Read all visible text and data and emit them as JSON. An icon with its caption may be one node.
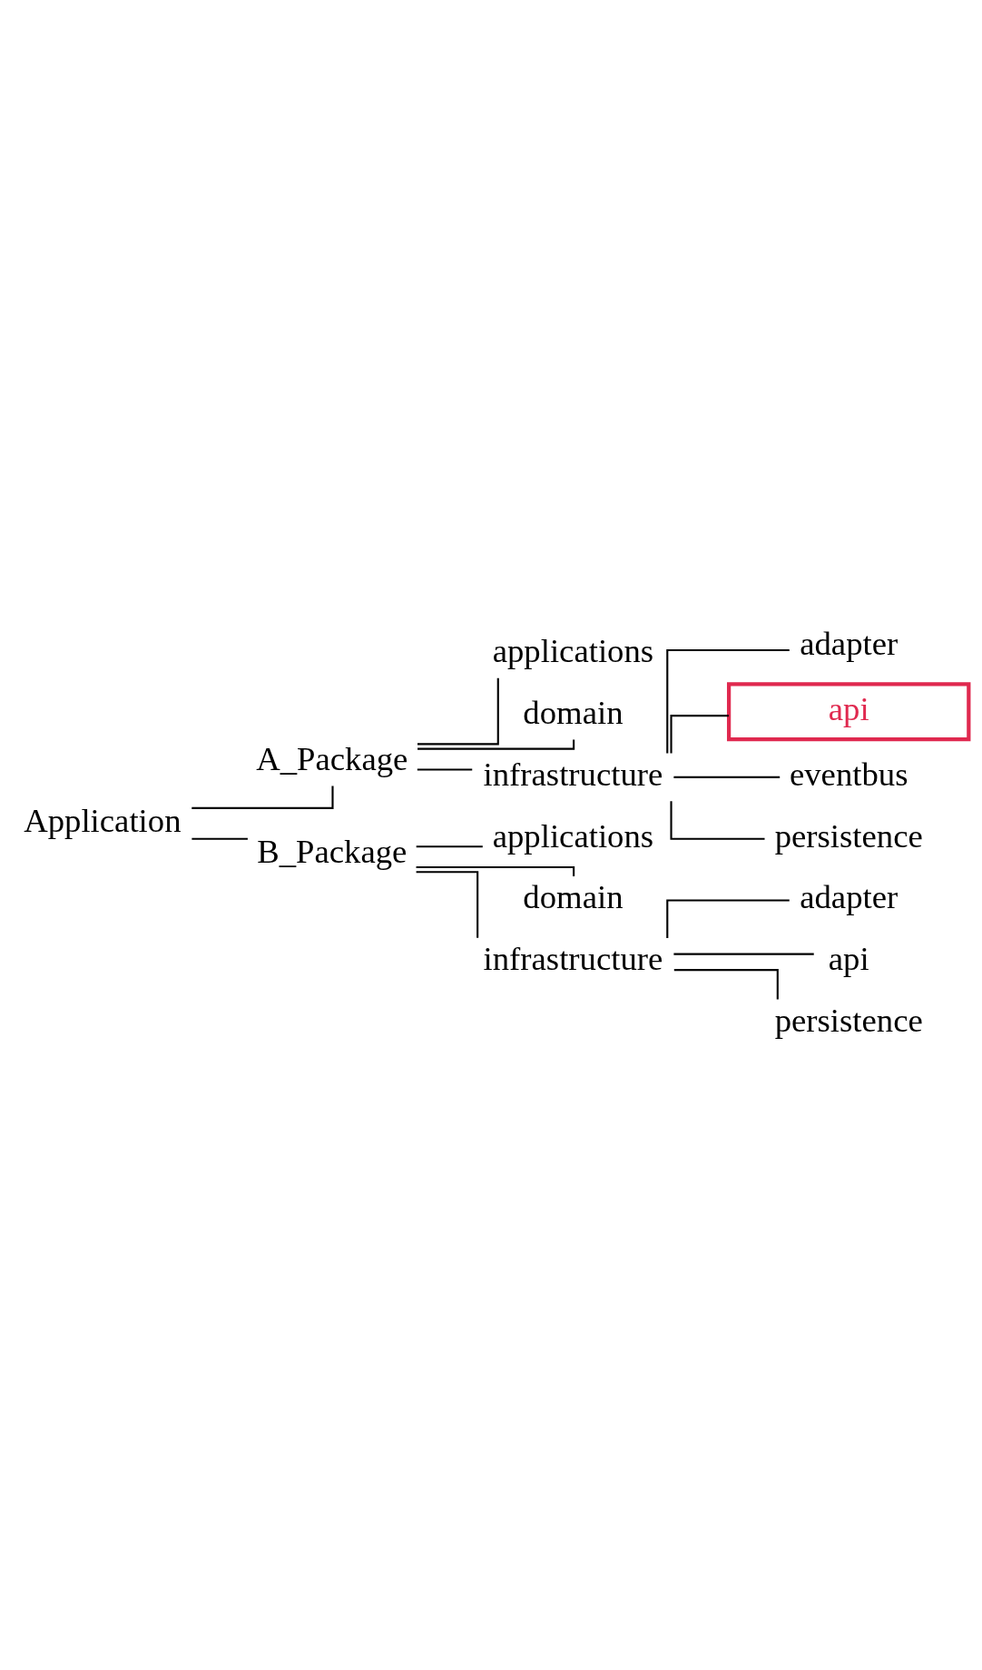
{
  "diagram": {
    "nodes": [
      {
        "text": [
          "Application"
        ]
      },
      {
        "text": [
          "A_Package"
        ]
      },
      {
        "text": [
          "applications"
        ]
      },
      {
        "text": [
          "domain"
        ]
      },
      {
        "text": [
          "infrastructure"
        ]
      },
      {
        "text": [
          "adapter"
        ]
      },
      {
        "text": [
          "api"
        ]
      },
      {
        "text": [
          "eventbus"
        ]
      },
      {
        "text": [
          "persistence"
        ]
      },
      {
        "text": [
          "B_Package"
        ]
      },
      {
        "text": [
          "applications"
        ]
      },
      {
        "text": [
          "domain"
        ]
      },
      {
        "text": [
          "infrastructure"
        ]
      },
      {
        "text": [
          "adapter"
        ]
      },
      {
        "text": [
          "api"
        ]
      },
      {
        "text": [
          "persistence"
        ]
      }
    ],
    "edges": [
      {
        "from": 0,
        "to": 1,
        "arrow": "none"
      },
      {
        "from": 1,
        "to": 2,
        "arrow": "none"
      },
      {
        "from": 1,
        "to": 3,
        "arrow": "none"
      },
      {
        "from": 1,
        "to": 4,
        "arrow": "none"
      },
      {
        "from": 4,
        "to": 5,
        "arrow": "none"
      },
      {
        "from": 4,
        "to": 6,
        "arrow": "none"
      },
      {
        "from": 4,
        "to": 7,
        "arrow": "none"
      },
      {
        "from": 4,
        "to": 8,
        "arrow": "none"
      },
      {
        "from": 0,
        "to": 9,
        "arrow": "none"
      },
      {
        "from": 9,
        "to": 10,
        "arrow": "none"
      },
      {
        "from": 9,
        "to": 11,
        "arrow": "none"
      },
      {
        "from": 9,
        "to": 12,
        "arrow": "none"
      },
      {
        "from": 12,
        "to": 13,
        "arrow": "none"
      },
      {
        "from": 12,
        "to": 14,
        "arrow": "none"
      },
      {
        "from": 12,
        "to": 15,
        "arrow": "none"
      }
    ]
  }
}
